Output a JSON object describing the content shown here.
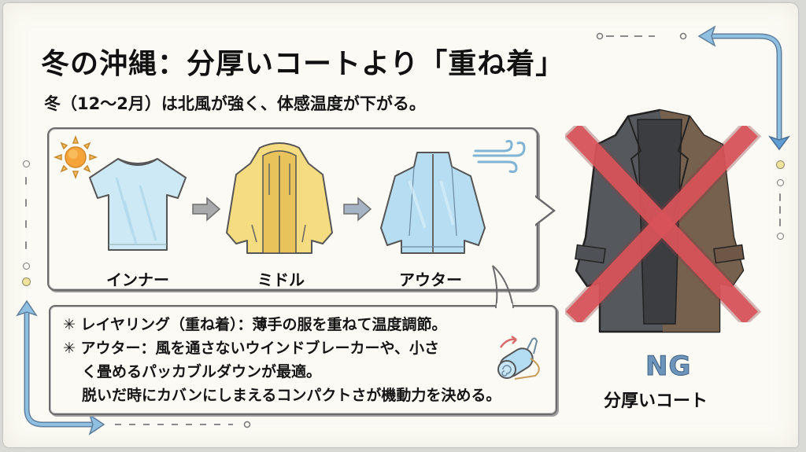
{
  "header": {
    "title": "冬の沖縄：分厚いコートより「重ね着」",
    "subtitle": "冬（12〜2月）は北風が強く、体感温度が下がる。"
  },
  "layering": {
    "items": [
      {
        "label": "インナー",
        "icon": "tshirt-icon",
        "color": "#bfe3f2"
      },
      {
        "label": "ミドル",
        "icon": "hoodie-icon",
        "color": "#f4dc7a"
      },
      {
        "label": "アウター",
        "icon": "windbreaker-jacket-icon",
        "color": "#a9d6ee"
      }
    ],
    "decorations": [
      "sun-icon",
      "wind-icon",
      "arrow-right-icon"
    ]
  },
  "notes": {
    "lines": [
      "✳ レイヤリング（重ね着）：薄手の服を重ねて温度調節。",
      "✳ アウター：風を通さないウインドブレーカーや、小さ",
      "く畳めるパッカブルダウンが最適。",
      "脱いだ時にカバンにしまえるコンパクトさが機動力を決める。"
    ],
    "icon": "packable-roll-icon"
  },
  "ng": {
    "badge": "NG",
    "label": "分厚いコート",
    "icon": "thick-coat-icon",
    "cross_color": "#d9545a",
    "badge_color": "#6d95bb"
  },
  "colors": {
    "paper": "#fbfaf4",
    "arrow_blue": "#7fb0d6",
    "outline": "#6a6a6a"
  }
}
